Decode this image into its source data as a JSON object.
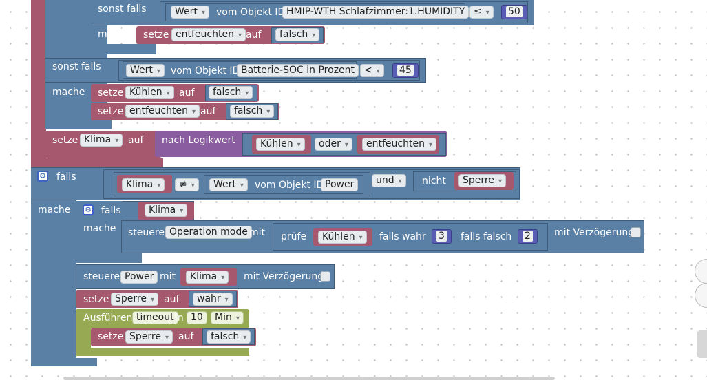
{
  "blocks": {
    "sonst_falls": "sonst falls",
    "mache": "mache",
    "falls": "falls",
    "setze": "setze",
    "auf": "auf",
    "wert": "Wert",
    "vom_objekt_id": "vom Objekt ID",
    "oder": "oder",
    "und": "und",
    "nicht": "nicht",
    "nach_logikwert": "nach Logikwert",
    "steuere": "steuere",
    "mit": "mit",
    "mit_verzoegerung": "mit Verzögerung",
    "pruefe": "prüfe",
    "falls_wahr": "falls wahr",
    "falls_falsch": "falls falsch",
    "ausfuehren": "Ausführen",
    "in": "in"
  },
  "values": {
    "humidity_id": "HMIP-WTH Schlafzimmer:1.HUMIDITY",
    "op_le": "≤",
    "op_lt": "<",
    "op_ne": "≠",
    "n50": "50",
    "soc_id": "Batterie-SOC in Prozent",
    "n45": "45",
    "v_entfeuchten": "entfeuchten",
    "v_kuehlen": "Kühlen",
    "v_klima": "Klima",
    "v_sperre": "Sperre",
    "b_falsch": "falsch",
    "b_wahr": "wahr",
    "power_id": "Power",
    "operation_mode": "Operation mode",
    "n3": "3",
    "n2": "2",
    "timeout": "timeout",
    "n10": "10",
    "unit_min": "Min"
  },
  "icons": {
    "gear": "gear-icon",
    "dropdown": "chevron-down-icon"
  },
  "colors": {
    "logic_blue": "#5b80a5",
    "variable_red": "#a5586e",
    "logic_purple": "#8a5ca0",
    "timer_olive": "#98a954",
    "number_indigo": "#5a5db4"
  }
}
